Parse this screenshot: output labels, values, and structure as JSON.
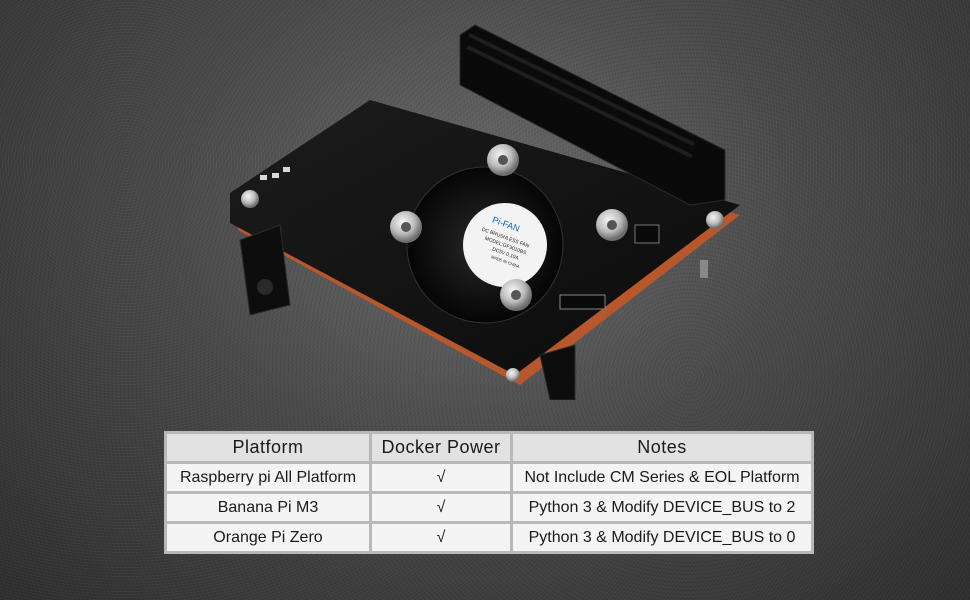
{
  "product": {
    "fan_brand": "Pi-FAN",
    "fan_label_line1": "DC BRUSHLESS FAN",
    "fan_label_line2": "MODEL:GF3010BS",
    "fan_label_line3": "DC5V 0.10A",
    "fan_label_line4": "MADE IN CHINA",
    "board_color": "#111111",
    "accent_edge_color": "#b8572c"
  },
  "table": {
    "headers": [
      "Platform",
      "Docker Power",
      "Notes"
    ],
    "rows": [
      {
        "platform": "Raspberry pi All Platform",
        "docker": "√",
        "notes": "Not Include CM Series & EOL Platform"
      },
      {
        "platform": "Banana Pi M3",
        "docker": "√",
        "notes": "Python 3 & Modify DEVICE_BUS to 2"
      },
      {
        "platform": "Orange Pi Zero",
        "docker": "√",
        "notes": "Python 3 & Modify DEVICE_BUS to 0"
      }
    ]
  }
}
